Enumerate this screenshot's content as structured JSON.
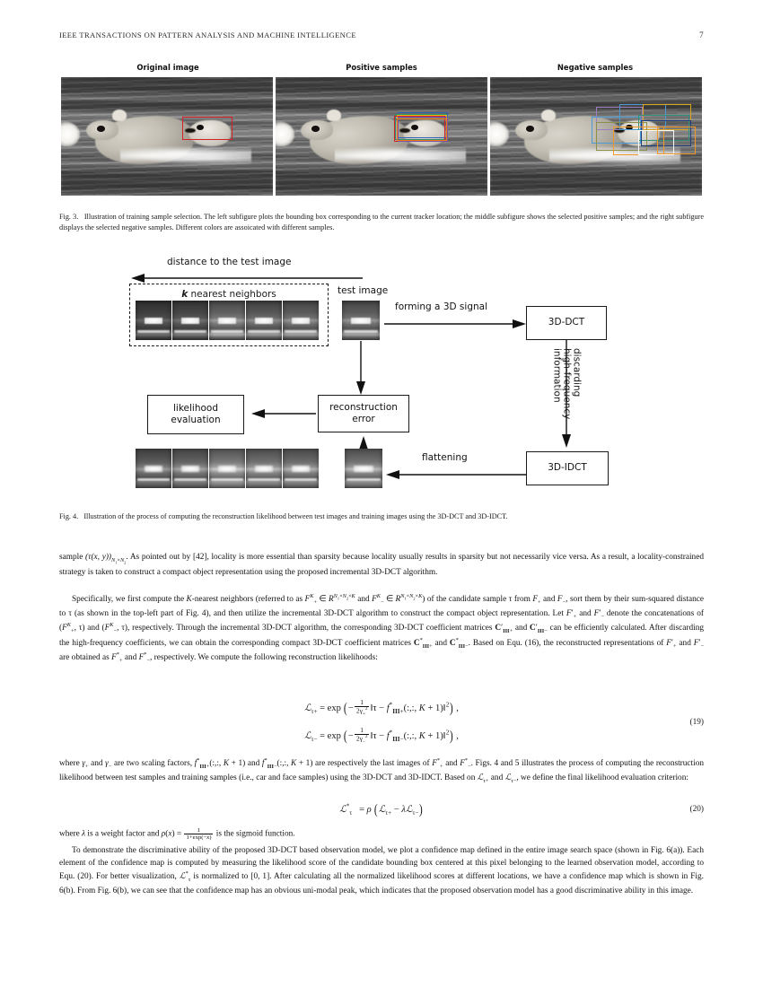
{
  "header": {
    "journal": "IEEE TRANSACTIONS ON PATTERN ANALYSIS AND MACHINE INTELLIGENCE",
    "page_number": "7"
  },
  "figure3": {
    "panels": [
      {
        "label": "Original image",
        "name": "original-image-panel"
      },
      {
        "label": "Positive samples",
        "name": "positive-samples-panel"
      },
      {
        "label": "Negative samples",
        "name": "negative-samples-panel"
      }
    ],
    "box_colors": {
      "tracker": "#d42026",
      "positive": [
        "#d42026",
        "#f07c10",
        "#e8c20a",
        "#2f64b5",
        "#7b52a8",
        "#2a8f6d"
      ],
      "negative": [
        "#4a9ad4",
        "#f0992a",
        "#d9a520",
        "#9b7fc0",
        "#2f8f7a",
        "#ffffff",
        "#1f3f7a",
        "#8a8f4a"
      ]
    },
    "caption_lead": "Fig. 3.",
    "caption": "Illustration of training sample selection. The left subfigure plots the bounding box corresponding to the current tracker location; the middle subfigure shows the selected positive samples; and the right subfigure displays the selected negative samples. Different colors are assoicated with different samples."
  },
  "figure4": {
    "labels": {
      "distance": "distance to the test image",
      "knn": "k nearest neighbors",
      "test_image": "test image",
      "forming": "forming a 3D signal",
      "dct": "3D-DCT",
      "discarding": "discarding\nhigh-frequency\ninformation",
      "idct": "3D-IDCT",
      "flattening": "flattening",
      "reconstruction_error": "reconstruction\nerror",
      "likelihood_evaluation": "likelihood\nevaluation"
    },
    "knn_count": 5,
    "recon_count": 5,
    "caption_lead": "Fig. 4.",
    "caption": "Illustration of the process of computing the reconstruction likelihood between test images and training images using the 3D-DCT and 3D-IDCT."
  },
  "body": {
    "para1": "sample (τ(x, y))N1×N2. As pointed out by [42], locality is more essential than sparsity because locality usually results in sparsity but not necessarily vice versa. As a result, a locality-constrained strategy is taken to construct a compact object representation using the proposed incremental 3D-DCT algorithm.",
    "para2": "Specifically, we first compute the K-nearest neighbors (referred to as F+K ∈ R N1×N2×K and F−K ∈ R N1×N2×K) of the candidate sample τ from F+ and F−, sort them by their sum-squared distance to τ (as shown in the top-left part of Fig. 4), and then utilize the incremental 3D-DCT algorithm to construct the compact object representation. Let F′+ and F′− denote the concatenations of (F+K, τ) and (F−K, τ), respectively. Through the incremental 3D-DCT algorithm, the corresponding 3D-DCT coefficient matrices C′III+ and C′III− can be efficiently calculated. After discarding the high-frequency coefficients, we can obtain the corresponding compact 3D-DCT coefficient matrices C*III+ and C*III−. Based on Equ. (16), the reconstructed representations of F′+ and F′− are obtained as F*+ and F*−, respectively. We compute the following reconstruction likelihoods:",
    "para3": "where γ+ and γ− are two scaling factors, f*III+(:,:, K + 1) and f*III−(:,:, K + 1) are respectively the last images of F*+ and F*−. Figs. 4 and 5 illustrates the process of computing the reconstruction likelihood between test samples and training samples (i.e., car and face samples) using the 3D-DCT and 3D-IDCT. Based on Lτ+ and Lτ−, we define the final likelihood evaluation criterion:",
    "para4": "where λ is a weight factor and ρ(x) = 1/(1+exp(−x)) is the sigmoid function.",
    "para5": "To demonstrate the discriminative ability of the proposed 3D-DCT based observation model, we plot a confidence map defined in the entire image search space (shown in Fig. 6(a)). Each element of the confidence map is computed by measuring the likelihood score of the candidate bounding box centered at this pixel belonging to the learned observation model, according to Equ. (20). For better visualization, L*τ is normalized to [0, 1]. After calculating all the normalized likelihood scores at different locations, we have a confidence map which is shown in Fig. 6(b). From Fig. 6(b), we can see that the confidence map has an obvious uni-modal peak, which indicates that the proposed observation model has a good discriminative ability in this image."
  },
  "equations": {
    "eq19_number": "(19)",
    "eq20_number": "(20)"
  }
}
